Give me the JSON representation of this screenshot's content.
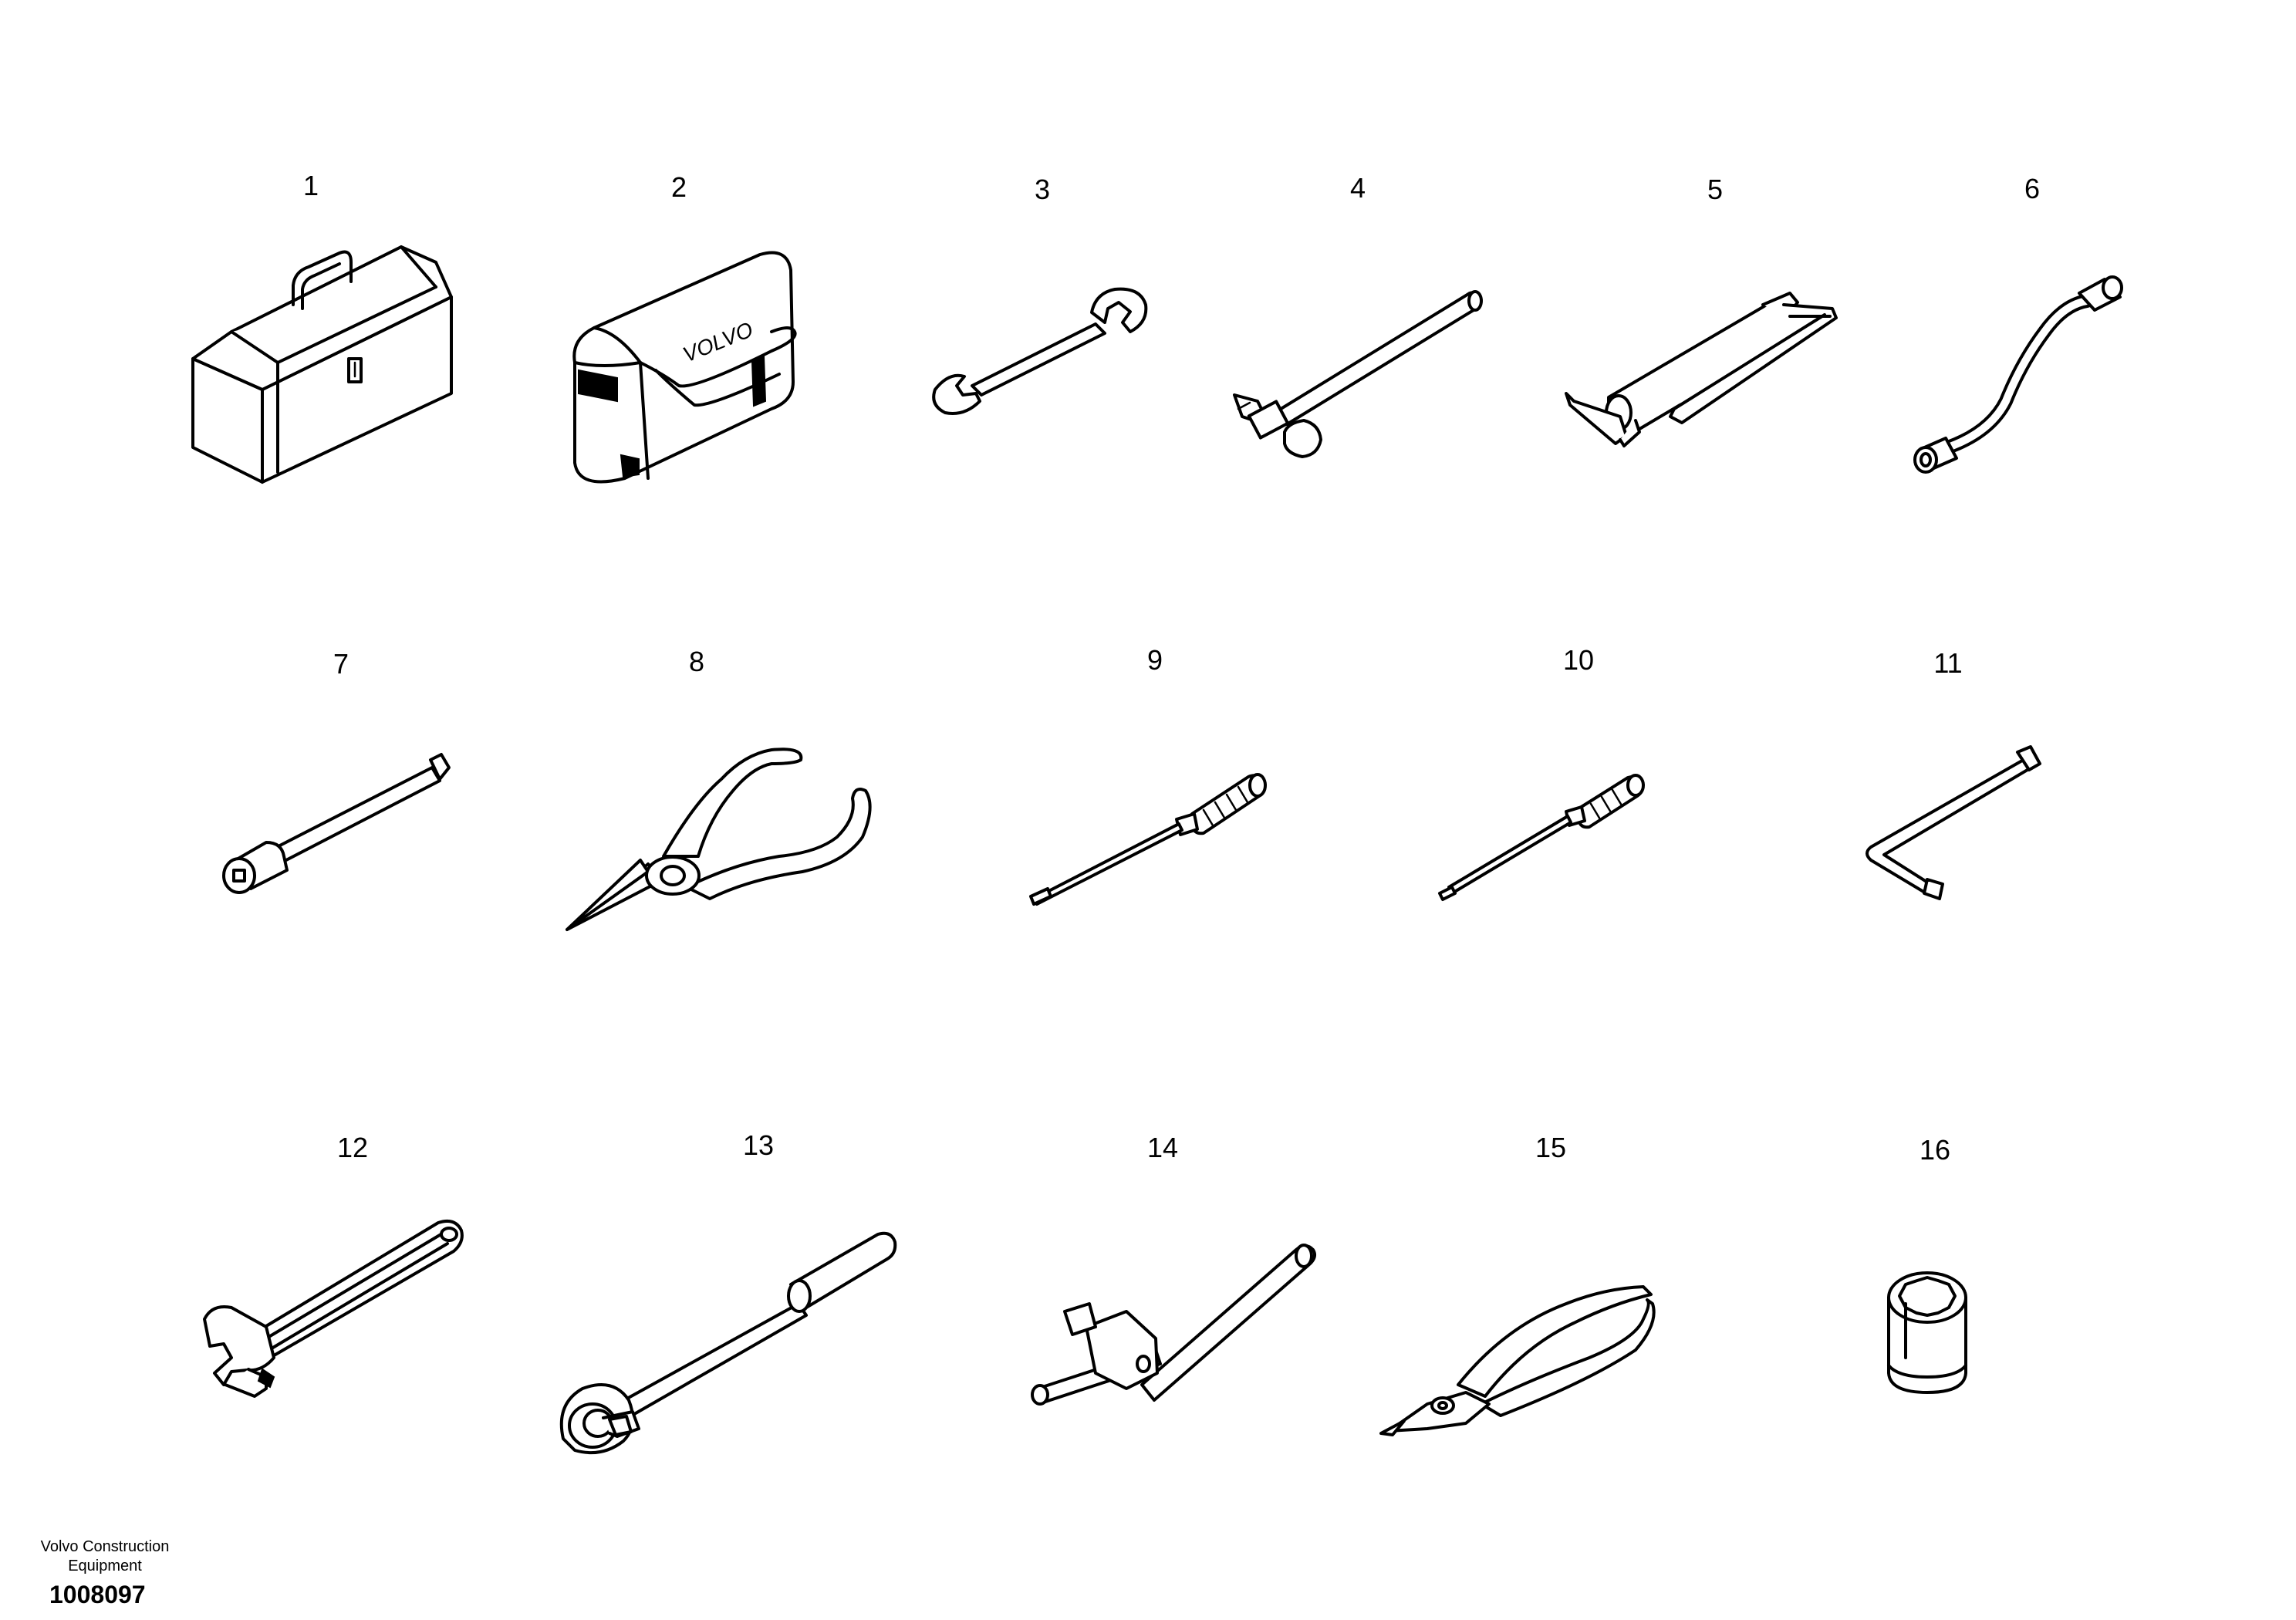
{
  "items": [
    {
      "number": "1",
      "icon": "toolbox-icon"
    },
    {
      "number": "2",
      "icon": "tool-bag-icon",
      "brand": "VOLVO"
    },
    {
      "number": "3",
      "icon": "open-end-wrench-icon"
    },
    {
      "number": "4",
      "icon": "socket-t-handle-icon"
    },
    {
      "number": "5",
      "icon": "grease-gun-icon"
    },
    {
      "number": "6",
      "icon": "bent-socket-wrench-icon"
    },
    {
      "number": "7",
      "icon": "extension-bar-icon"
    },
    {
      "number": "8",
      "icon": "needle-nose-pliers-icon"
    },
    {
      "number": "9",
      "icon": "flat-screwdriver-icon"
    },
    {
      "number": "10",
      "icon": "phillips-screwdriver-icon"
    },
    {
      "number": "11",
      "icon": "hex-key-icon"
    },
    {
      "number": "12",
      "icon": "adjustable-wrench-icon"
    },
    {
      "number": "13",
      "icon": "ratchet-handle-icon"
    },
    {
      "number": "14",
      "icon": "sliding-t-bar-icon"
    },
    {
      "number": "15",
      "icon": "slip-joint-pliers-icon"
    },
    {
      "number": "16",
      "icon": "socket-icon"
    }
  ],
  "footer": {
    "company_line1": "Volvo Construction",
    "company_line2": "Equipment",
    "code": "1008097"
  }
}
